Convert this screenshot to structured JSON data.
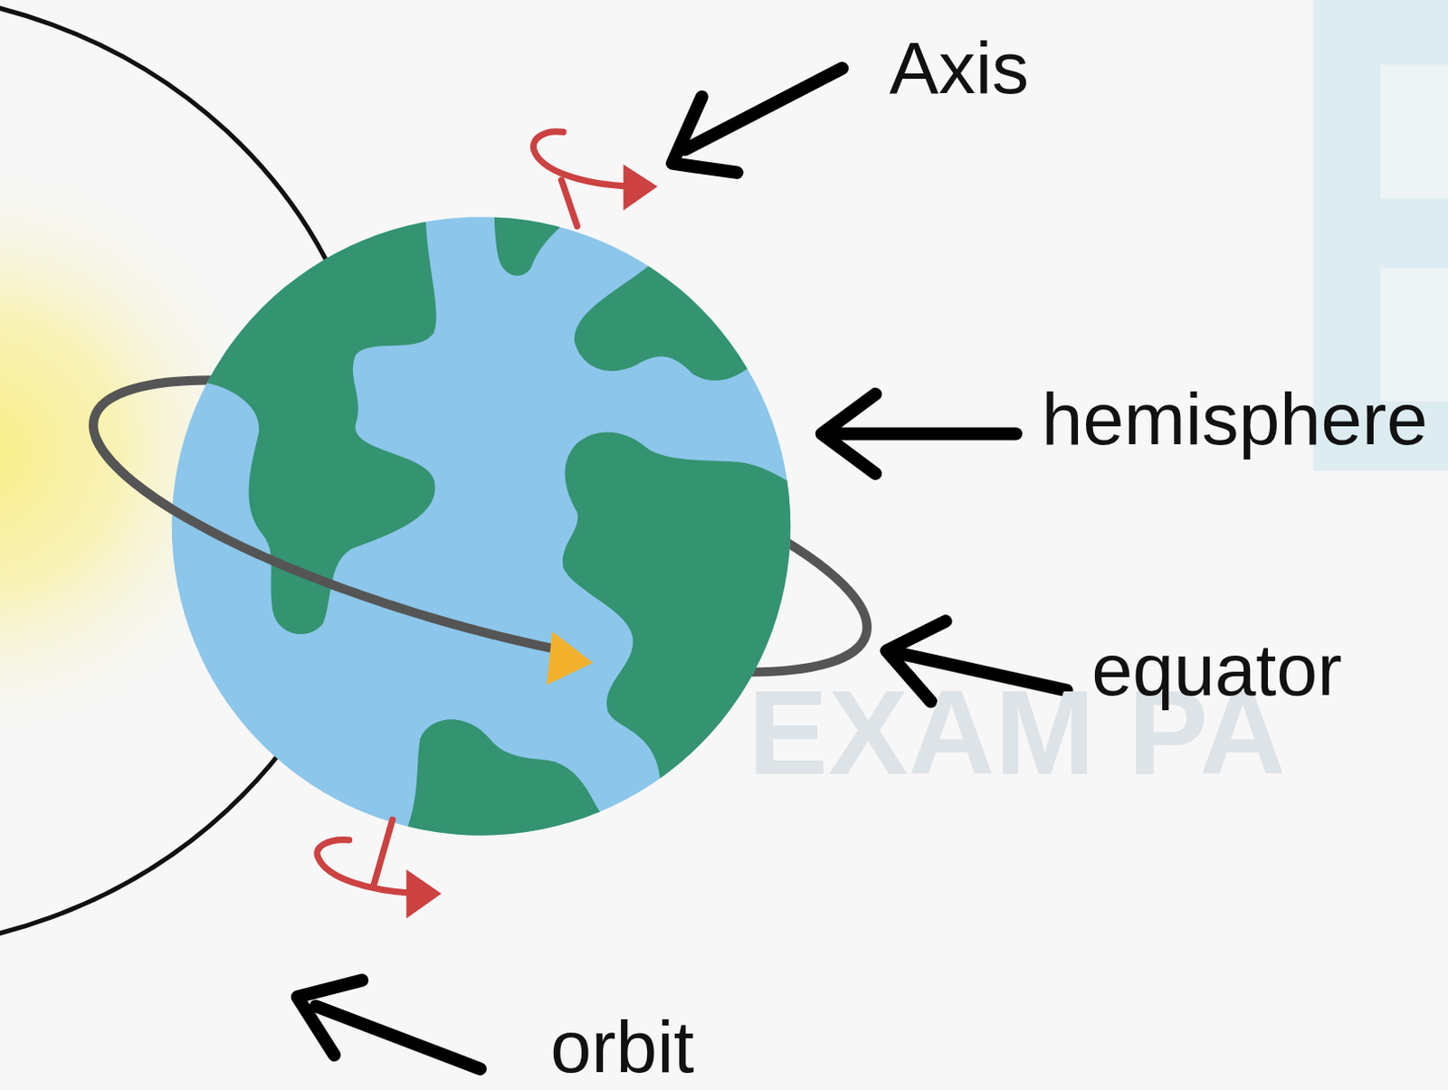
{
  "diagram": {
    "labels": [
      "Axis",
      "hemisphere",
      "equator",
      "orbit",
      "EXAM PA"
    ]
  }
}
